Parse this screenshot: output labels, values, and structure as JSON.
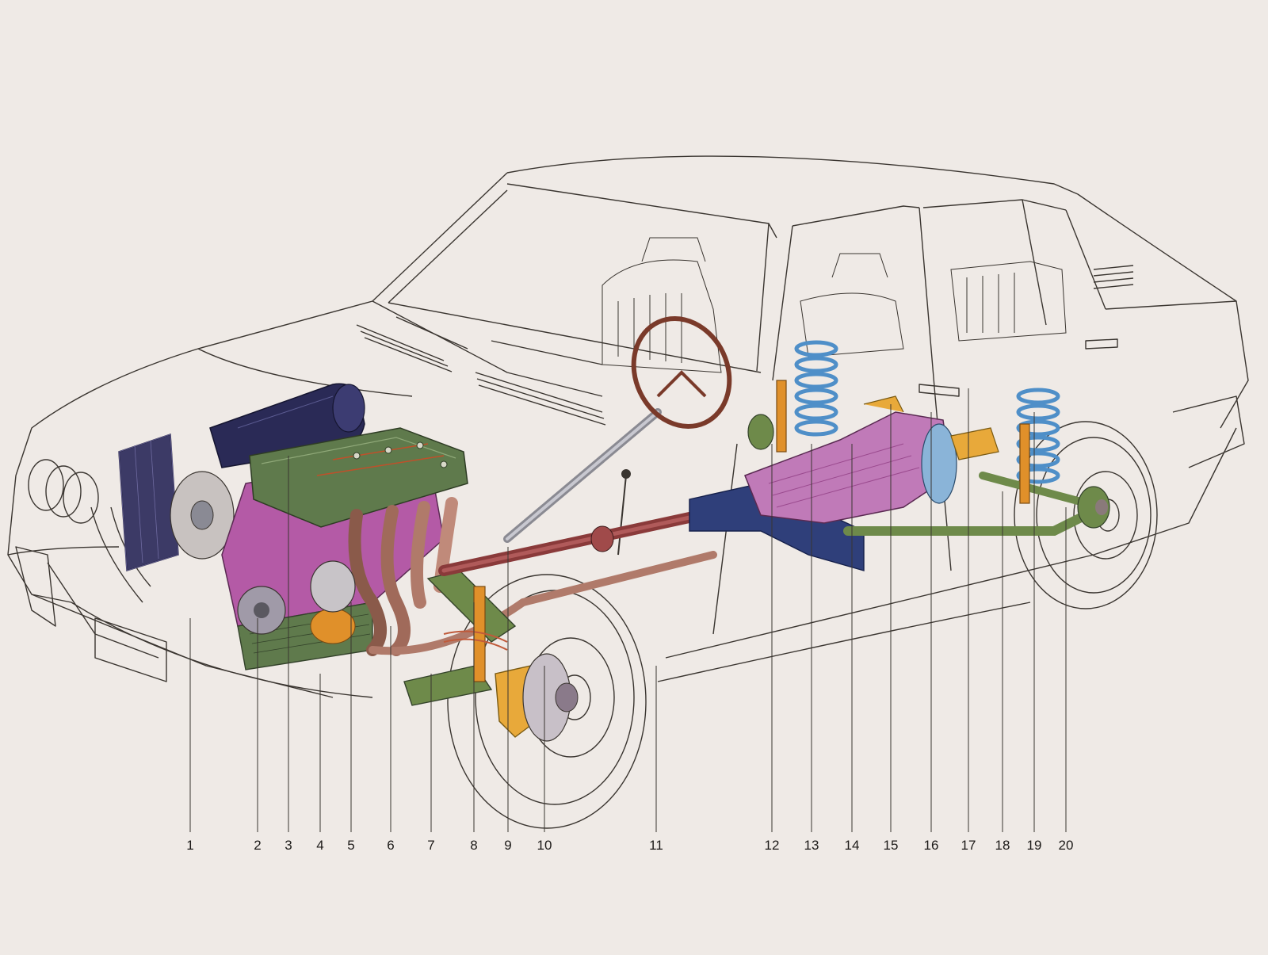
{
  "colors": {
    "background": "#efeae6",
    "outline": "#3a3530",
    "engine_block": "#b45aa6",
    "cylinder_head": "#5f7a4c",
    "air_filter": "#2a2a56",
    "exhaust": "#b07a6a",
    "radiator": "#3c3a66",
    "shock_absorber": "#e0902a",
    "coil_spring": "#4f8fc8",
    "transaxle": "#c07ab8",
    "brake_caliper": "#e8a93a",
    "de_dion_tube": "#6e8a4a",
    "driveshaft": "#8a3a3a",
    "frame_member": "#2f3f7a",
    "steering_wheel": "#7a3a2a"
  },
  "callouts": [
    {
      "label": "1"
    },
    {
      "label": "2"
    },
    {
      "label": "3"
    },
    {
      "label": "4"
    },
    {
      "label": "5"
    },
    {
      "label": "6"
    },
    {
      "label": "7"
    },
    {
      "label": "8"
    },
    {
      "label": "9"
    },
    {
      "label": "10"
    },
    {
      "label": "11"
    },
    {
      "label": "12"
    },
    {
      "label": "13"
    },
    {
      "label": "14"
    },
    {
      "label": "15"
    },
    {
      "label": "16"
    },
    {
      "label": "17"
    },
    {
      "label": "18"
    },
    {
      "label": "19"
    },
    {
      "label": "20"
    }
  ]
}
